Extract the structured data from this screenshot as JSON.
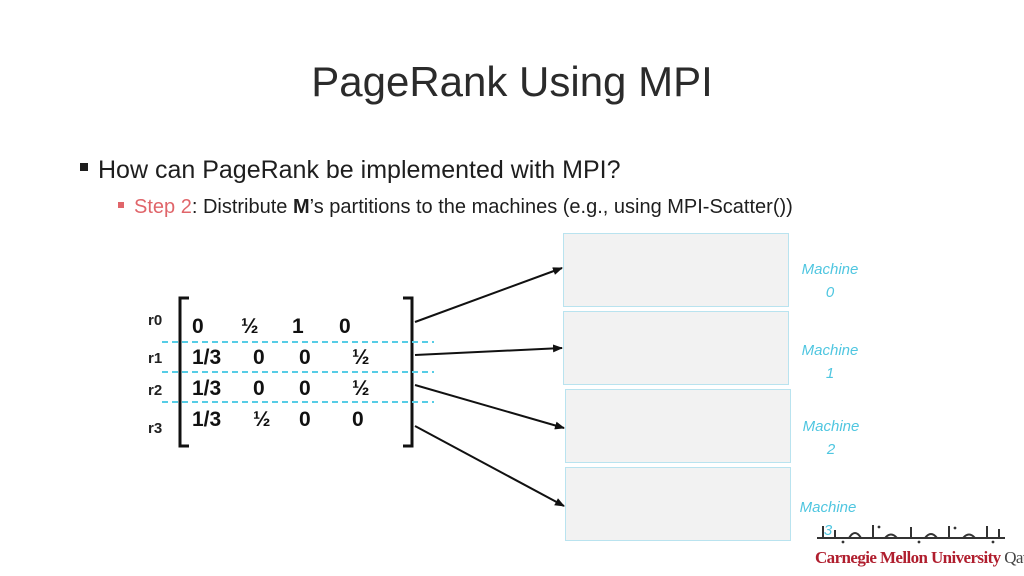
{
  "title": "PageRank Using MPI",
  "bullet1": "How can PageRank be implemented with MPI?",
  "bullet2": {
    "step": "Step 2",
    "pre": ": Distribute ",
    "bold": "M",
    "post": "’s partitions to the machines (e.g., using MPI-Scatter())"
  },
  "matrix": {
    "row_labels": [
      "r0",
      "r1",
      "r2",
      "r3"
    ],
    "rows": [
      [
        "0",
        "½",
        "1",
        "0"
      ],
      [
        "1/3",
        "0",
        "0",
        "½"
      ],
      [
        "1/3",
        "0",
        "0",
        "½"
      ],
      [
        "1/3",
        "½",
        "0",
        "0"
      ]
    ]
  },
  "machines": [
    {
      "word": "Machine",
      "num": "0"
    },
    {
      "word": "Machine",
      "num": "1"
    },
    {
      "word": "Machine",
      "num": "2"
    },
    {
      "word": "Machine",
      "num": "3"
    }
  ],
  "logo": {
    "arabic": "جامعة كارنيجي ميلون في قطر",
    "english": "Carnegie Mellon University",
    "qatar": "Qatar"
  },
  "colors": {
    "accent": "#e0656a",
    "machine_label": "#4fc6e0",
    "dashed_line": "#56cde6",
    "box_fill": "#f2f2f2",
    "box_border": "#b9e3ef",
    "logo_red": "#b01e2e"
  },
  "icons": [
    "square-bullet-icon",
    "arrow-icon",
    "bracket-icon"
  ]
}
